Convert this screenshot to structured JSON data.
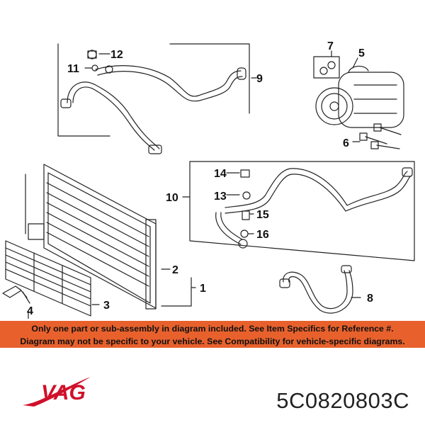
{
  "diagram": {
    "callouts": [
      "1",
      "2",
      "3",
      "4",
      "5",
      "6",
      "7",
      "8",
      "9",
      "10",
      "11",
      "12",
      "13",
      "14",
      "15",
      "16"
    ]
  },
  "notice": {
    "line1": "Only one part or sub-assembly in diagram included. See Item Specifics for Reference #.",
    "line2": "Diagram may not be specific to your vehicle. See Compatibility for vehicle-specific diagrams."
  },
  "brand": {
    "logo_text": "VAG",
    "logo_color": "#d0102a"
  },
  "part_number": "5C0820803C",
  "colors": {
    "notice_bg": "#e8612c",
    "line": "#222222"
  }
}
